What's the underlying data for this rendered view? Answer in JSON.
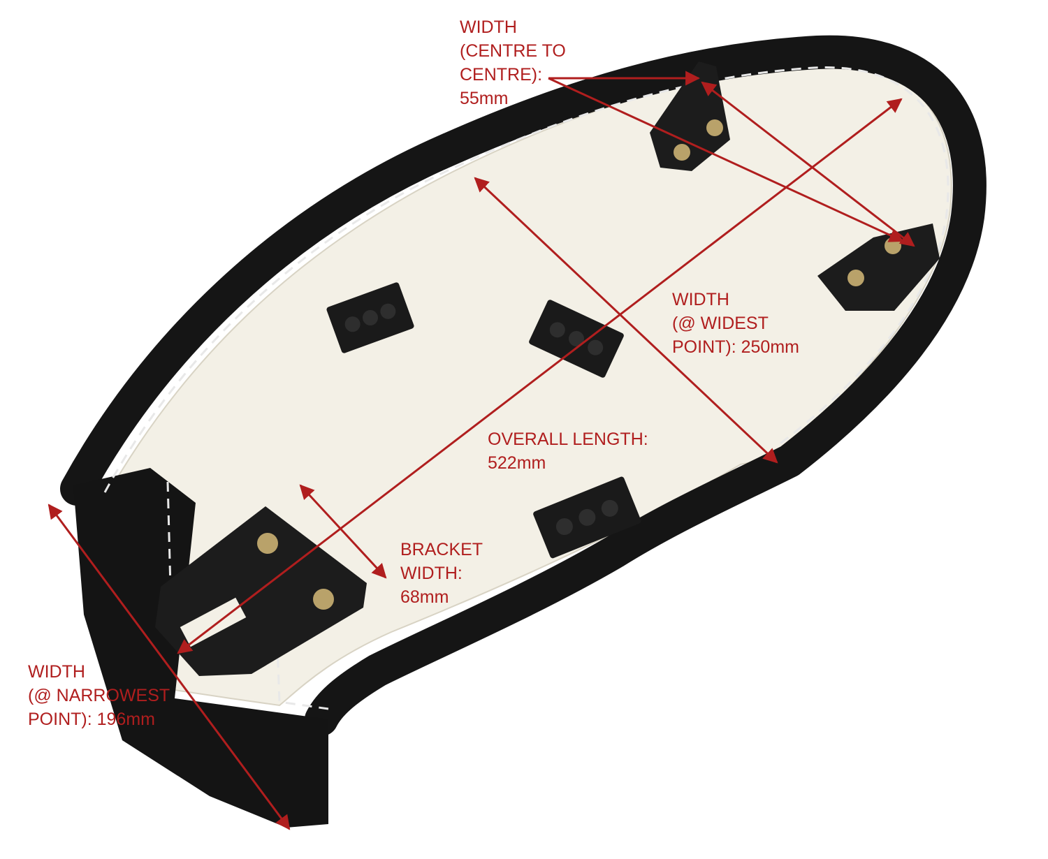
{
  "annotations": {
    "centre_to_centre": {
      "line1": "WIDTH",
      "line2": "(CENTRE TO",
      "line3": "CENTRE):",
      "line4": "55mm"
    },
    "widest": {
      "line1": "WIDTH",
      "line2": "(@ WIDEST",
      "line3": "POINT): 250mm"
    },
    "overall_length": {
      "line1": "OVERALL LENGTH:",
      "line2": "522mm"
    },
    "bracket": {
      "line1": "BRACKET",
      "line2": "WIDTH:",
      "line3": "68mm"
    },
    "narrowest": {
      "line1": "WIDTH",
      "line2": "(@ NARROWEST",
      "line3": "POINT): 196mm"
    }
  },
  "colors": {
    "annotation": "#b01e1e",
    "seat_cover": "#151515",
    "seat_base": "#f3f0e6",
    "stitch": "#e8e8e8",
    "bracket_metal": "#1c1c1c",
    "nut": "#b9a26a"
  }
}
